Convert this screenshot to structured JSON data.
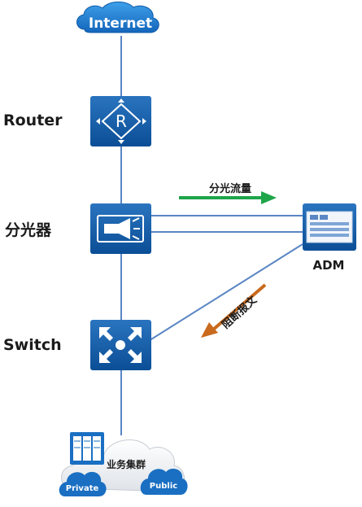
{
  "nodes": {
    "internet": {
      "label": "Internet"
    },
    "router": {
      "label": "Router"
    },
    "splitter": {
      "label": "分光器"
    },
    "switch": {
      "label": "Switch"
    },
    "adm": {
      "label": "ADM"
    },
    "cluster": {
      "label": "业务集群",
      "private_label": "Private",
      "public_label": "Public"
    }
  },
  "edges": {
    "split_flow": {
      "label": "分光流量",
      "color": "#1ea54a"
    },
    "block_msg": {
      "label": "阻断报文",
      "color": "#c96a1e"
    }
  },
  "colors": {
    "device_blue": "#0f5ca8",
    "line_blue": "#5a86c4",
    "cloud_blue": "#1a7fd0"
  }
}
